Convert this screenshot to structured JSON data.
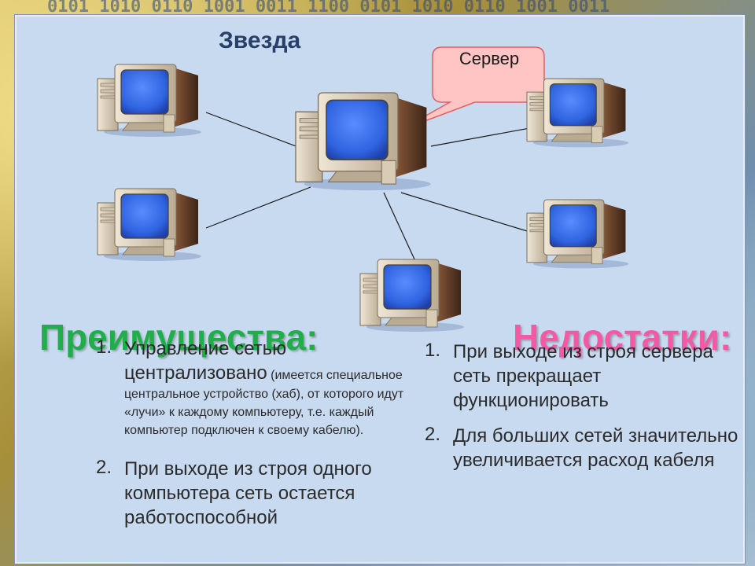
{
  "title": "Звезда",
  "callout": {
    "label": "Сервер"
  },
  "advantages": {
    "heading": "Преимущества:",
    "items": [
      {
        "number": "1.",
        "main": "Управление сетью централизовано",
        "note": "(имеется специальное центральное устройство (хаб), от которого идут «лучи» к каждому компьютеру, т.е. каждый компьютер подключен к своему кабелю)."
      },
      {
        "number": "2.",
        "main": "При выходе из строя одного компьютера сеть остается работоспособной"
      }
    ]
  },
  "disadvantages": {
    "heading": "Недостатки:",
    "items": [
      {
        "number": "1.",
        "main": "При выходе из строя сервера сеть прекращает функционировать"
      },
      {
        "number": "2.",
        "main": "Для больших сетей значительно увеличивается расход кабеля"
      }
    ]
  },
  "colors": {
    "advantages_heading": "#1fae4a",
    "disadvantages_heading": "#f25aa6",
    "slide_background": "#c8daf0",
    "callout_fill": "#ffc4c4",
    "callout_border": "#e06060"
  },
  "icons": [
    "desktop-computer-icon",
    "server-computer-icon"
  ]
}
